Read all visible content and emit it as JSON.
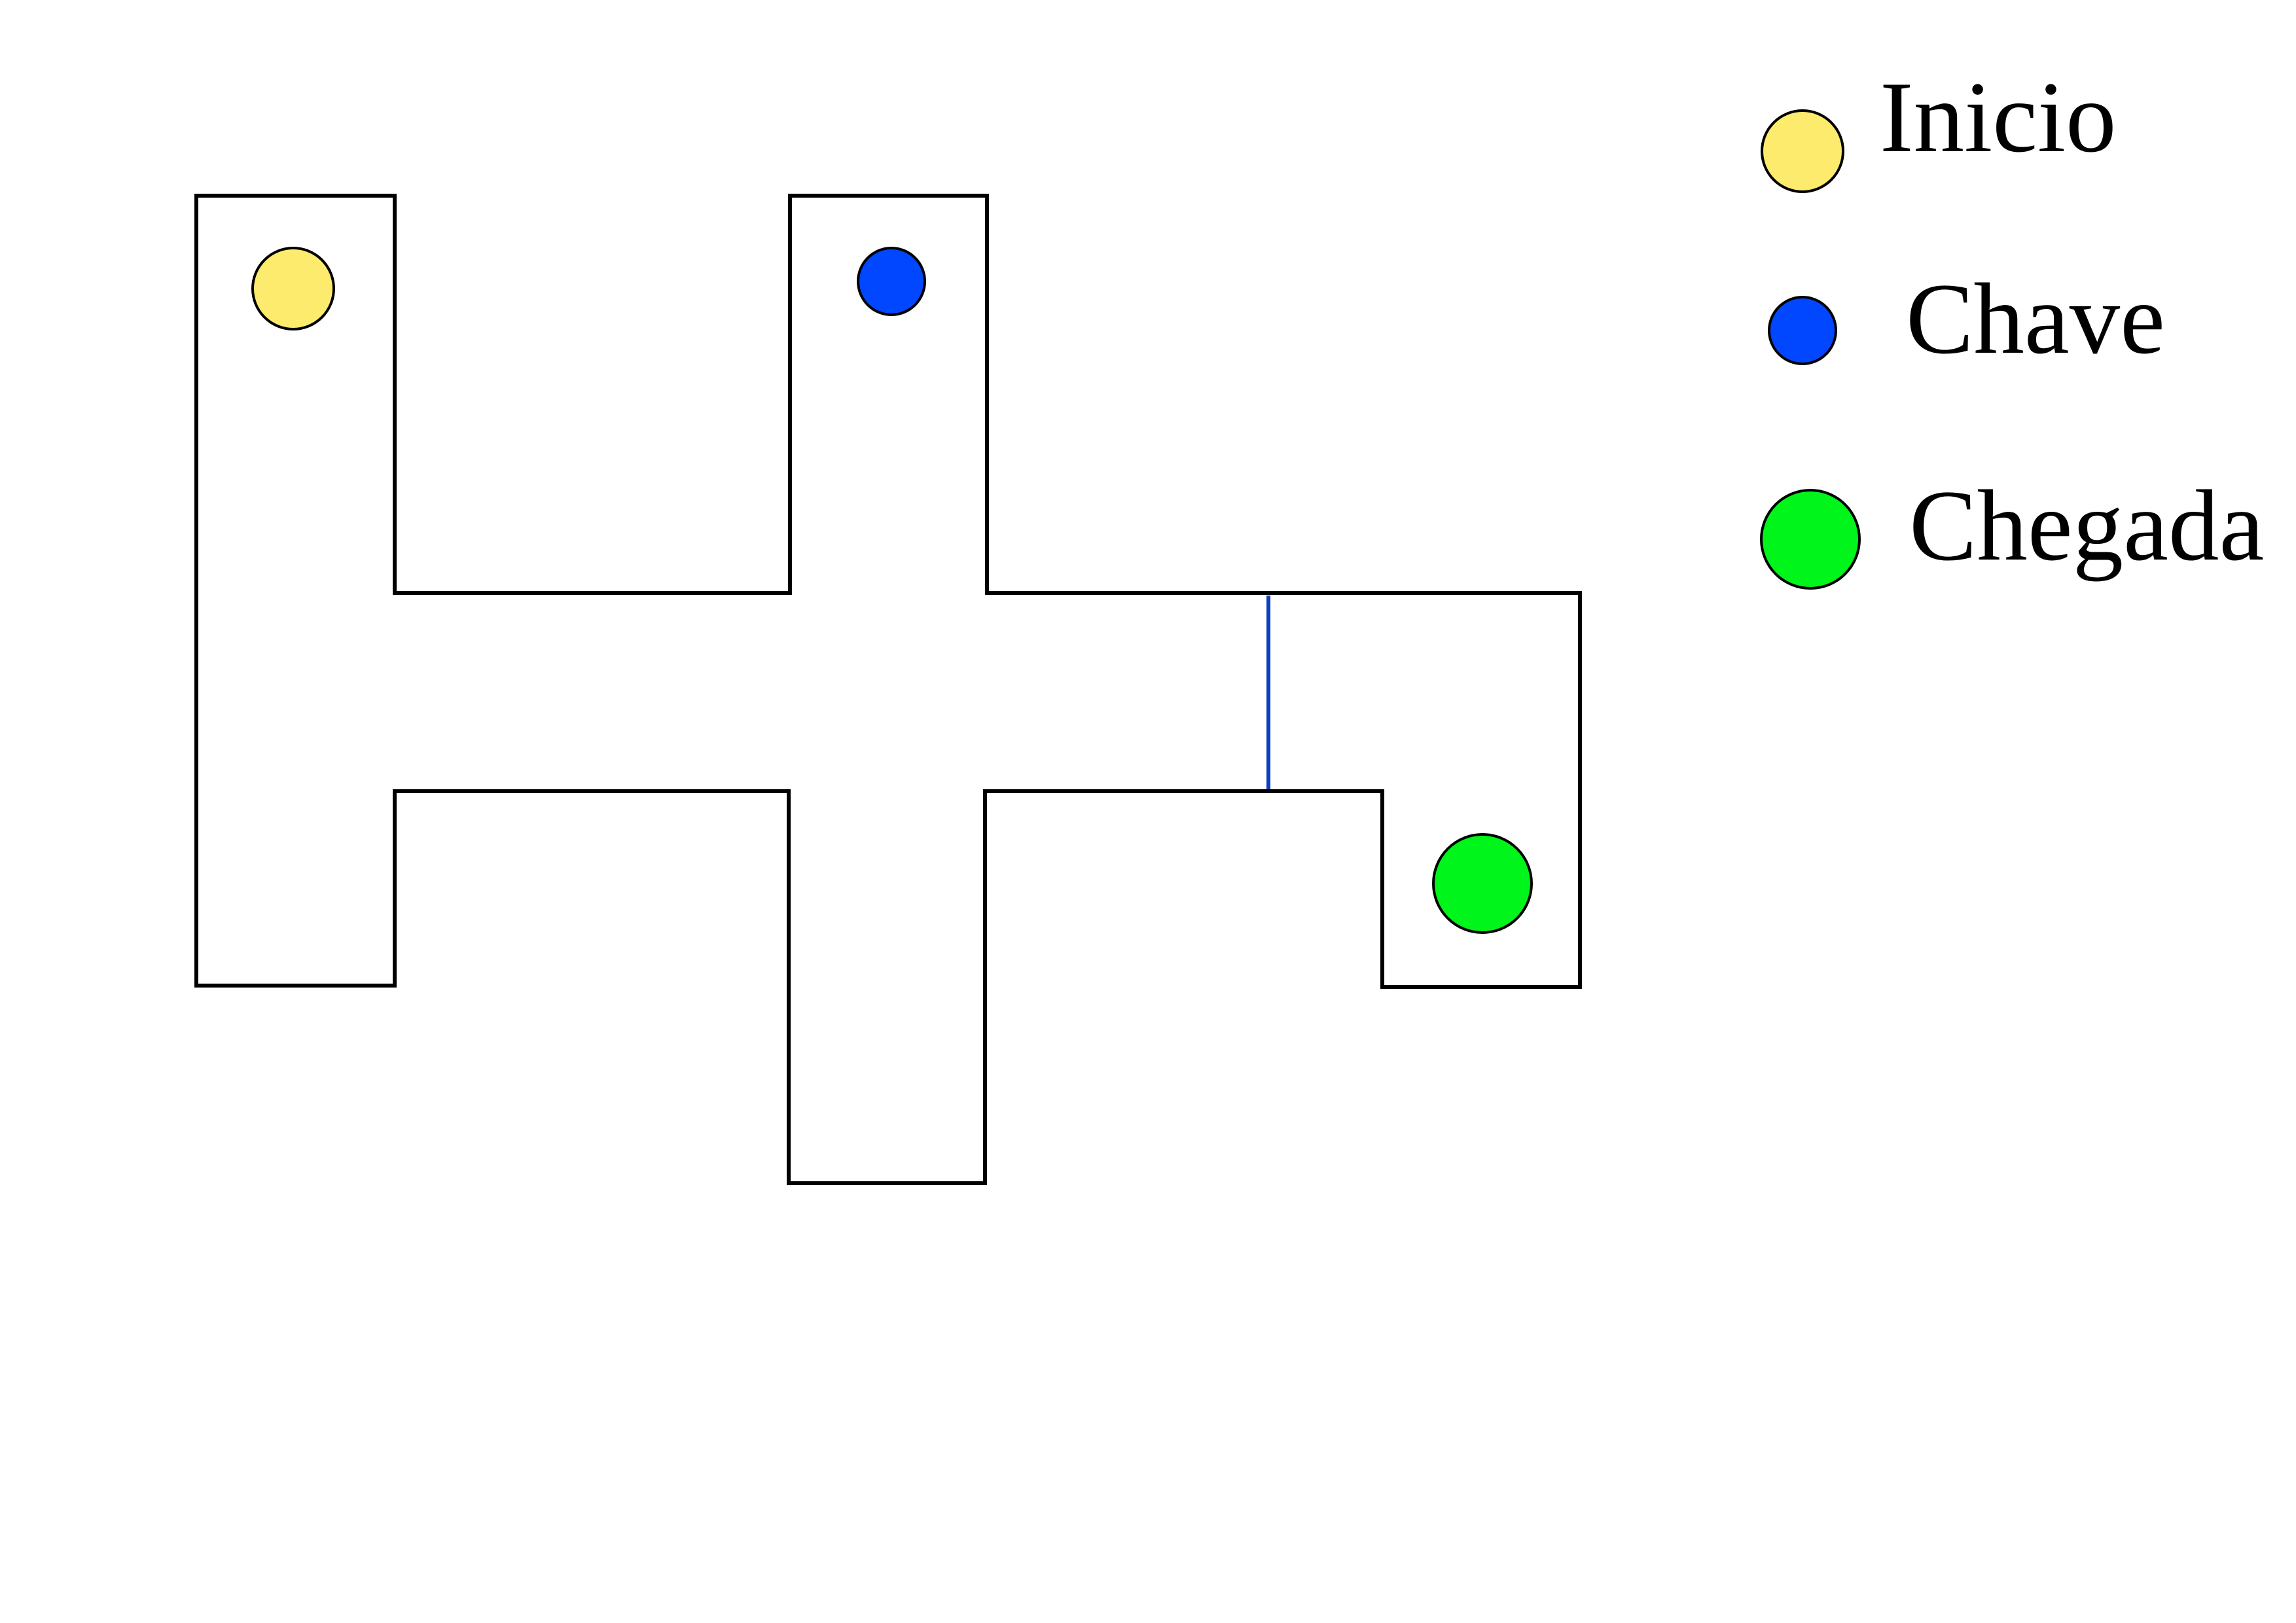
{
  "legend": {
    "items": [
      {
        "key": "start",
        "label": "Inicio",
        "color": "#FDEB6E"
      },
      {
        "key": "key",
        "label": "Chave",
        "color": "#0047FF"
      },
      {
        "key": "finish",
        "label": "Chegada",
        "color": "#00F51B"
      }
    ]
  },
  "maze": {
    "wall_color": "#000000",
    "door_color": "#0A3FBE",
    "markers": [
      {
        "key": "start",
        "color": "#FDEB6E",
        "description": "Inicio"
      },
      {
        "key": "key",
        "color": "#0047FF",
        "description": "Chave"
      },
      {
        "key": "finish",
        "color": "#00F51B",
        "description": "Chegada"
      }
    ]
  }
}
